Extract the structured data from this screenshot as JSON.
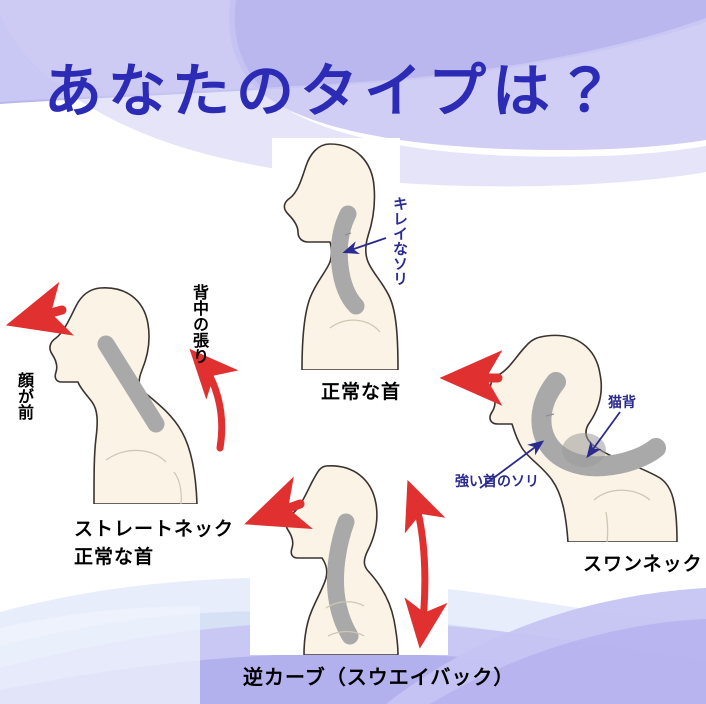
{
  "page": {
    "title": "あなたのタイプは？",
    "title_color": "#2b2bb5",
    "background_color": "#ffffff"
  },
  "palette": {
    "wave_top_dark": "#b7b5ec",
    "wave_top_light": "#cdccf2",
    "wave_bottom_purple": "#b3b0ee",
    "wave_bottom_lilac": "#c9c7f4",
    "wave_bottom_blue": "#d7e2f5",
    "wave_bottom_pale": "#e9eefb",
    "skin": "#faf3e6",
    "outline": "#3a3330",
    "spine_gray": "#a9a9a9",
    "spine_gray_dark": "#9b9b9b",
    "arrow_red": "#e03030",
    "label_blue": "#2b2b8f",
    "caption_black": "#000000"
  },
  "figures": [
    {
      "id": "normal-neck",
      "caption": "正常な首",
      "annotations": [
        {
          "id": "kirei-na-sori",
          "text": "キレイなソリ",
          "orientation": "vertical",
          "color": "#2b2b8f"
        }
      ]
    },
    {
      "id": "straight-neck",
      "caption_line1": "ストレートネック",
      "caption_line2": "正常な首",
      "annotations": [
        {
          "id": "kao-ga-mae",
          "text": "顔が前",
          "orientation": "vertical",
          "color": "#000000"
        },
        {
          "id": "senaka-no-hari",
          "text": "背中の張り",
          "orientation": "vertical",
          "color": "#000000"
        }
      ]
    },
    {
      "id": "swan-neck",
      "caption": "スワンネック",
      "annotations": [
        {
          "id": "nekoze",
          "text": "猫背",
          "orientation": "horizontal",
          "color": "#2b2b8f"
        },
        {
          "id": "tsuyoi-kubi-no-sori",
          "text": "強い首のソリ",
          "orientation": "horizontal",
          "color": "#2b2b8f"
        }
      ]
    },
    {
      "id": "reverse-curve",
      "caption": "逆カーブ（スウエイバック）",
      "annotations": []
    }
  ]
}
